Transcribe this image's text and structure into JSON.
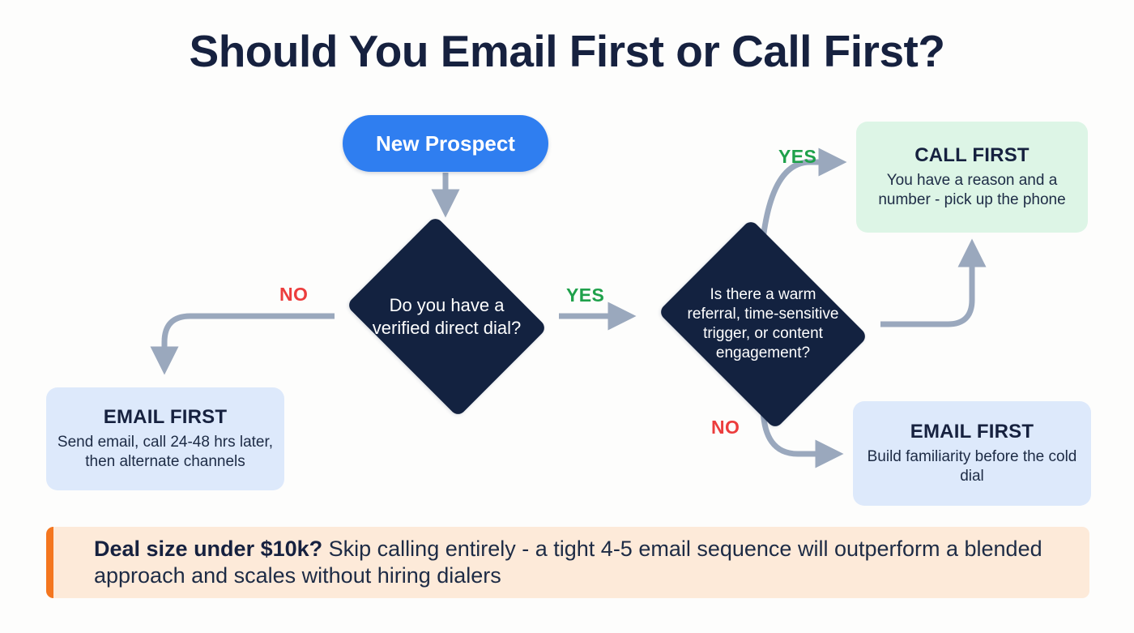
{
  "page": {
    "title": "Should You Email First or Call First?",
    "background": "#fdfdfc"
  },
  "colors": {
    "navy": "#132240",
    "blue_accent": "#2f7ef0",
    "green_yes": "#1fa14b",
    "red_no": "#ec3d3d",
    "green_card": "#ddf5e6",
    "blue_card": "#dde9fb",
    "callout_bg": "#fdead9",
    "callout_bar": "#f4761f",
    "connector": "#9aa8bd"
  },
  "nodes": {
    "start": {
      "label": "New Prospect",
      "shape": "pill"
    },
    "decision_1": {
      "text": "Do you have a verified direct dial?",
      "shape": "diamond"
    },
    "decision_2": {
      "text": "Is there a warm referral, time-sensitive trigger, or content engagement?",
      "shape": "diamond"
    },
    "outcome_call_first": {
      "title": "CALL FIRST",
      "body": "You have a reason and a number - pick up the phone",
      "tone": "green"
    },
    "outcome_email_left": {
      "title": "EMAIL FIRST",
      "body": "Send email, call 24-48 hrs later, then alternate channels",
      "tone": "blue"
    },
    "outcome_email_right": {
      "title": "EMAIL FIRST",
      "body": "Build familiarity before the cold dial",
      "tone": "blue"
    }
  },
  "edges": {
    "no_left": "NO",
    "yes_middle": "YES",
    "yes_top": "YES",
    "no_bottom": "NO"
  },
  "callout": {
    "bold_lead": "Deal size under $10k?",
    "text": " Skip calling entirely - a tight 4-5 email sequence will outperform a blended approach and scales without hiring dialers"
  },
  "chart_data": {
    "type": "diagram",
    "title": "Should You Email First or Call First?",
    "nodes": [
      {
        "id": "start",
        "kind": "start-pill",
        "label": "New Prospect"
      },
      {
        "id": "d1",
        "kind": "decision",
        "label": "Do you have a verified direct dial?"
      },
      {
        "id": "d2",
        "kind": "decision",
        "label": "Is there a warm referral, time-sensitive trigger, or content engagement?"
      },
      {
        "id": "call",
        "kind": "outcome",
        "label": "CALL FIRST",
        "detail": "You have a reason and a number - pick up the phone"
      },
      {
        "id": "email_l",
        "kind": "outcome",
        "label": "EMAIL FIRST",
        "detail": "Send email, call 24-48 hrs later, then alternate channels"
      },
      {
        "id": "email_r",
        "kind": "outcome",
        "label": "EMAIL FIRST",
        "detail": "Build familiarity before the cold dial"
      }
    ],
    "links": [
      {
        "from": "start",
        "to": "d1",
        "label": ""
      },
      {
        "from": "d1",
        "to": "email_l",
        "label": "NO"
      },
      {
        "from": "d1",
        "to": "d2",
        "label": "YES"
      },
      {
        "from": "d2",
        "to": "call",
        "label": "YES"
      },
      {
        "from": "d2",
        "to": "call",
        "label": ""
      },
      {
        "from": "d2",
        "to": "email_r",
        "label": "NO"
      }
    ]
  }
}
